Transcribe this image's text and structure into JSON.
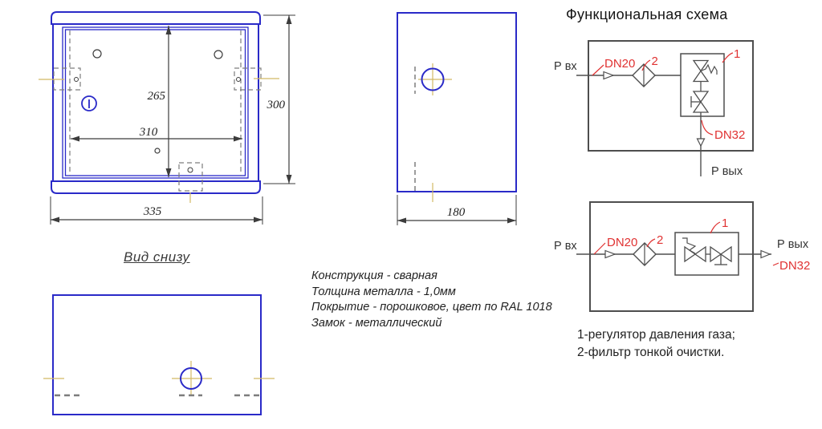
{
  "drawing": {
    "front_view": {
      "dim_inner_height": "265",
      "dim_inner_width": "310",
      "dim_outer_width": "335",
      "dim_outer_height": "300"
    },
    "side_view": {
      "dim_depth": "180"
    },
    "bottom_view": {
      "label": "Вид снизу"
    }
  },
  "notes": {
    "line1": "Конструкция - сварная",
    "line2": "Толщина металла - 1,0мм",
    "line3": "Покрытие - порошковое, цвет по RAL 1018",
    "line4": "Замок - металлический"
  },
  "schema": {
    "title": "Функциональная схема",
    "p_in": "Р вх",
    "p_out": "Р вых",
    "dn_in": "DN20",
    "dn_out": "DN32",
    "ref_regulator": "1",
    "ref_filter": "2",
    "legend_line1": "1-регулятор давления газа;",
    "legend_line2": "2-фильтр тонкой очистки."
  },
  "colors": {
    "drawing_blue": "#2a2ac8",
    "dimension_dark": "#3c3c3c",
    "hidden_gray": "#7d7d7d",
    "centerline_tan": "#d2b964",
    "callout_red": "#e03232",
    "schema_gray": "#4e4e4e"
  }
}
